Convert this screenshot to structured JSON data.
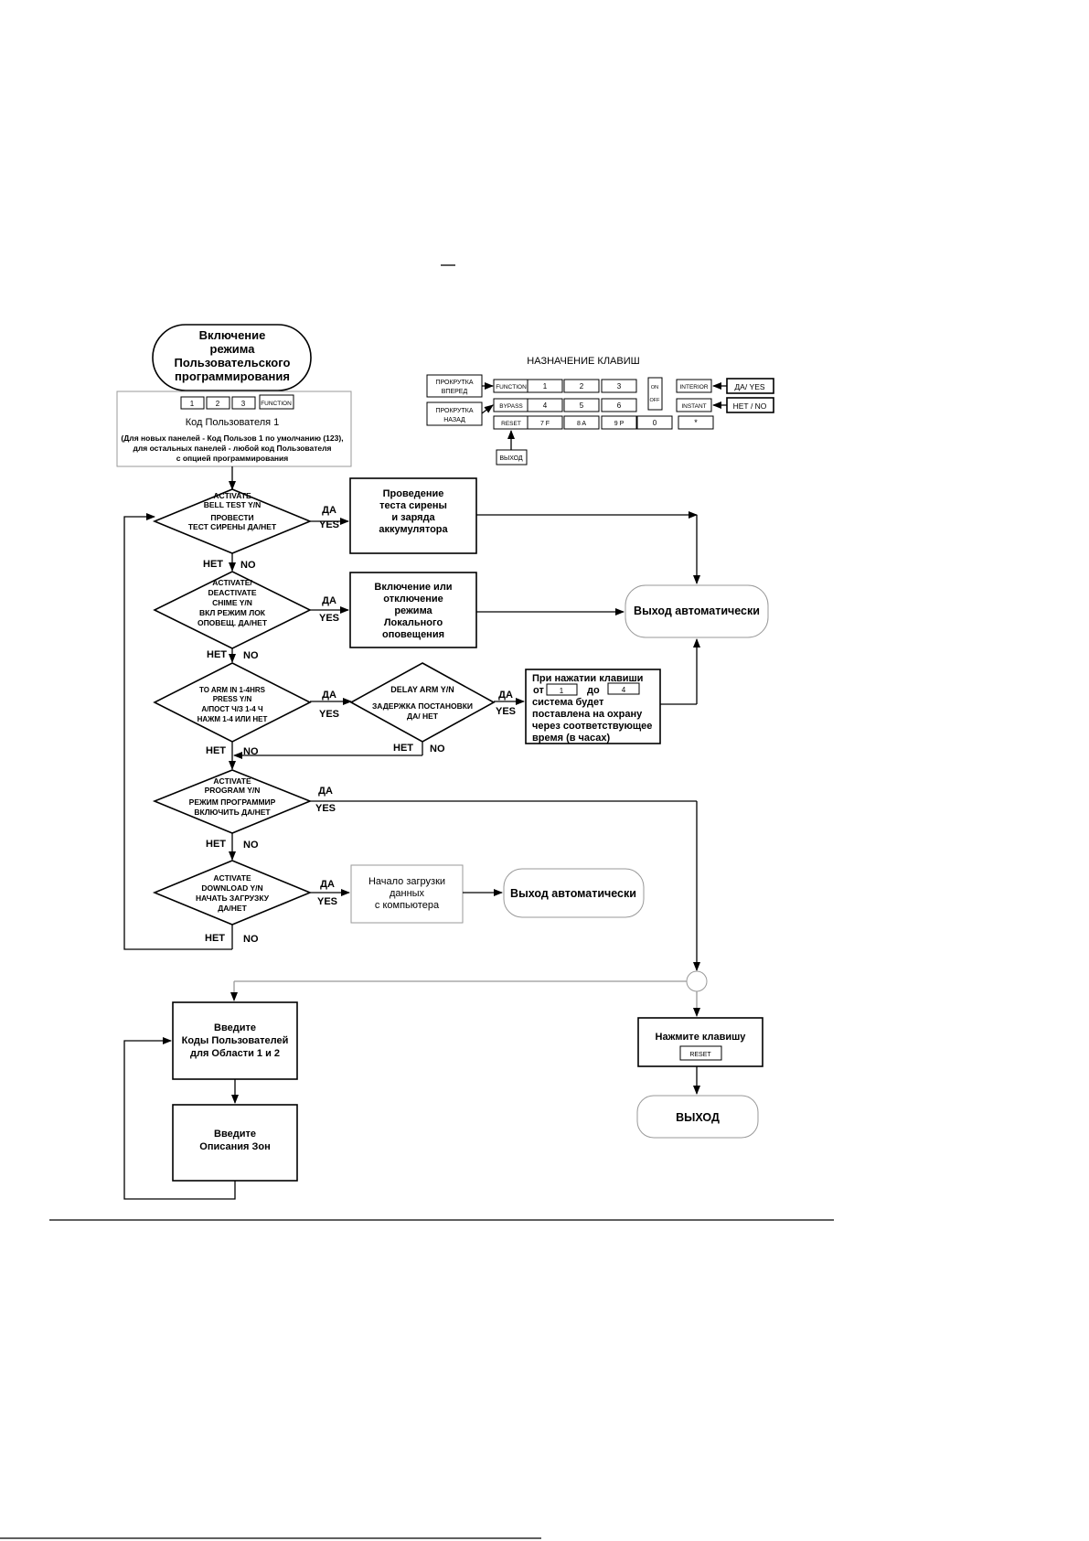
{
  "colors": {
    "line": "#000000",
    "soft_line": "#999999",
    "background": "#ffffff"
  },
  "start": {
    "line1": "Включение",
    "line2": "режима",
    "line3": "Пользовательского",
    "line4": "программирования"
  },
  "code_box": {
    "keys": [
      "1",
      "2",
      "3",
      "FUNCTION"
    ],
    "title": "Код Пользователя 1",
    "note1": "(Для новых панелей - Код Пользов 1 по умолчанию (123),",
    "note2": "для остальных панелей - любой код Пользователя",
    "note3": "с опцией программирования"
  },
  "keymap": {
    "title": "НАЗНАЧЕНИЕ КЛАВИШ",
    "scroll_fwd_1": "ПРОКРУТКА",
    "scroll_fwd_2": "ВПЕРЕД",
    "scroll_back_1": "ПРОКРУТКА",
    "scroll_back_2": "НАЗАД",
    "exit": "ВЫХОД",
    "yes": "ДА/ YES",
    "no": "НЕТ / NO",
    "keys": {
      "function": "FUNCTION",
      "bypass": "BYPASS",
      "reset": "RESET",
      "k1": "1",
      "k2": "2",
      "k3": "3",
      "k4": "4",
      "k5": "5",
      "k6": "6",
      "k7": "7 F",
      "k8": "8 A",
      "k9": "9 P",
      "k0": "0",
      "star": "*",
      "on": "ON",
      "off": "OFF",
      "interior": "INTERIOR",
      "instant": "INSTANT"
    }
  },
  "d1": {
    "l1": "ACTIVATE",
    "l2": "BELL TEST  Y/N",
    "l3": "ПРОВЕСТИ",
    "l4": "ТЕСТ СИРЕНЫ  ДА/НЕТ"
  },
  "d2": {
    "l1": "ACTIVATE/",
    "l2": "DEACTIVATE",
    "l3": "CHIME  Y/N",
    "l4": "ВКЛ РЕЖИМ ЛОК",
    "l5": "ОПОВЕЩ.  ДА/НЕТ"
  },
  "d3": {
    "l1": "TO ARM IN 1-4HRS",
    "l2": "PRESS  Y/N",
    "l3": "А/ПОСТ Ч/З  1-4 Ч",
    "l4": "НАЖМ 1-4 ИЛИ НЕТ"
  },
  "d3b": {
    "l1": "DELAY ARM  Y/N",
    "l2": "ЗАДЕРЖКА ПОСТАНОВКИ",
    "l3": "ДА/ НЕТ"
  },
  "d4": {
    "l1": "ACTIVATE",
    "l2": "PROGRAM Y/N",
    "l3": "РЕЖИМ ПРОГРАММИР",
    "l4": "ВКЛЮЧИТЬ  ДА/НЕТ"
  },
  "d5": {
    "l1": "ACTIVATE",
    "l2": "DOWNLOAD  Y/N",
    "l3": "НАЧАТЬ ЗАГРУЗКУ",
    "l4": "ДА/НЕТ"
  },
  "labels": {
    "da": "ДА",
    "yes": "YES",
    "net": "НЕТ",
    "no": "NO"
  },
  "bell_box": {
    "l1": "Проведение",
    "l2": "теста сирены",
    "l3": "и заряда",
    "l4": "аккумулятора"
  },
  "chime_box": {
    "l1": "Включение или",
    "l2": "отключение",
    "l3": "режима",
    "l4": "Локального",
    "l5": "оповещения"
  },
  "arm_box": {
    "l1": "При нажатии клавиши",
    "ot": "от",
    "key1": "1",
    "do": "до",
    "key4": "4",
    "l3": "система  будет",
    "l4": "поставлена на охрану",
    "l5": "через соответствующее",
    "l6": "время (в часах)"
  },
  "auto_exit": "Выход автоматически",
  "download_box": {
    "l1": "Начало загрузки",
    "l2": "данных",
    "l3": "с компьютера"
  },
  "auto_exit2": "Выход автоматически",
  "codes_box": {
    "l1": "Введите",
    "l2": "Коды Пользователей",
    "l3": "для Области 1 и 2"
  },
  "zones_box": {
    "l1": "Введите",
    "l2": "Описания Зон"
  },
  "reset_box": {
    "l1": "Нажмите клавишу",
    "key": "RESET"
  },
  "final_exit": "ВЫХОД"
}
